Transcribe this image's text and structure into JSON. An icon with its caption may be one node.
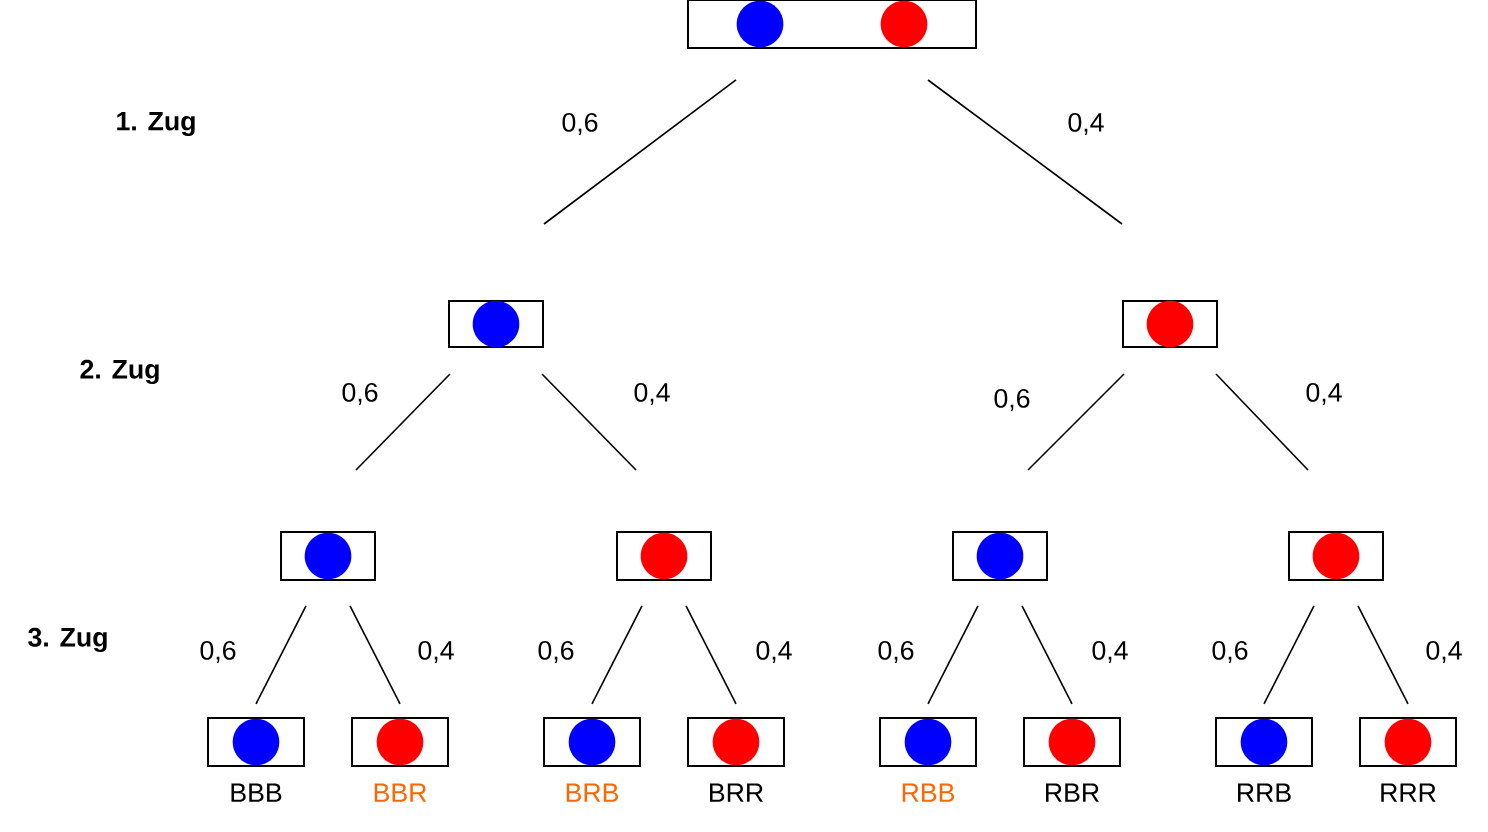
{
  "diagram": {
    "nodes": [
      {
        "text": [],
        "shape": "box"
      },
      {
        "text": [],
        "shape": "circle",
        "in": 0
      },
      {
        "text": [],
        "shape": "circle",
        "in": 0
      },
      {
        "text": [],
        "shape": "box"
      },
      {
        "text": [],
        "shape": "circle",
        "in": 3
      },
      {
        "text": [],
        "shape": "box"
      },
      {
        "text": [],
        "shape": "circle",
        "in": 5
      },
      {
        "text": [],
        "shape": "box"
      },
      {
        "text": [],
        "shape": "circle",
        "in": 7
      },
      {
        "text": [],
        "shape": "box"
      },
      {
        "text": [],
        "shape": "circle",
        "in": 9
      },
      {
        "text": [],
        "shape": "box"
      },
      {
        "text": [],
        "shape": "circle",
        "in": 11
      },
      {
        "text": [],
        "shape": "box"
      },
      {
        "text": [],
        "shape": "circle",
        "in": 13
      },
      {
        "text": [],
        "shape": "box",
        "beside": [
          "BBB"
        ]
      },
      {
        "text": [],
        "shape": "circle",
        "in": 15
      },
      {
        "text": [],
        "shape": "box",
        "beside": [
          "BBR"
        ]
      },
      {
        "text": [],
        "shape": "circle",
        "in": 17
      },
      {
        "text": [],
        "shape": "box",
        "beside": [
          "BRB"
        ]
      },
      {
        "text": [],
        "shape": "circle",
        "in": 19
      },
      {
        "text": [],
        "shape": "box",
        "beside": [
          "BRR"
        ]
      },
      {
        "text": [],
        "shape": "circle",
        "in": 21
      },
      {
        "text": [],
        "shape": "box",
        "beside": [
          "RBB"
        ]
      },
      {
        "text": [],
        "shape": "circle",
        "in": 23
      },
      {
        "text": [],
        "shape": "box",
        "beside": [
          "RBR"
        ]
      },
      {
        "text": [],
        "shape": "circle",
        "in": 25
      },
      {
        "text": [],
        "shape": "box",
        "beside": [
          "RRB"
        ]
      },
      {
        "text": [],
        "shape": "circle",
        "in": 27
      },
      {
        "text": [],
        "shape": "box",
        "beside": [
          "RRR"
        ]
      },
      {
        "text": [],
        "shape": "circle",
        "in": 29
      }
    ],
    "edges": [
      {
        "from": 0,
        "to": 3,
        "arrow": "none",
        "label": "0,6"
      },
      {
        "from": 0,
        "to": 5,
        "arrow": "none",
        "label": "0,4"
      },
      {
        "from": 3,
        "to": 7,
        "arrow": "none",
        "label": "0,6"
      },
      {
        "from": 3,
        "to": 9,
        "arrow": "none",
        "label": "0,4"
      },
      {
        "from": 5,
        "to": 11,
        "arrow": "none",
        "label": "0,6"
      },
      {
        "from": 5,
        "to": 13,
        "arrow": "none",
        "label": "0,4"
      },
      {
        "from": 7,
        "to": 15,
        "arrow": "none",
        "label": "0,6"
      },
      {
        "from": 7,
        "to": 17,
        "arrow": "none",
        "label": "0,4"
      },
      {
        "from": 9,
        "to": 19,
        "arrow": "none",
        "label": "0,6"
      },
      {
        "from": 9,
        "to": 21,
        "arrow": "none",
        "label": "0,4"
      },
      {
        "from": 11,
        "to": 23,
        "arrow": "none",
        "label": "0,6"
      },
      {
        "from": 11,
        "to": 25,
        "arrow": "none",
        "label": "0,4"
      },
      {
        "from": 13,
        "to": 27,
        "arrow": "none",
        "label": "0,6"
      },
      {
        "from": 13,
        "to": 29,
        "arrow": "none",
        "label": "0,4"
      }
    ],
    "labels": [
      "1. Zug",
      "2. Zug",
      "3. Zug"
    ]
  }
}
